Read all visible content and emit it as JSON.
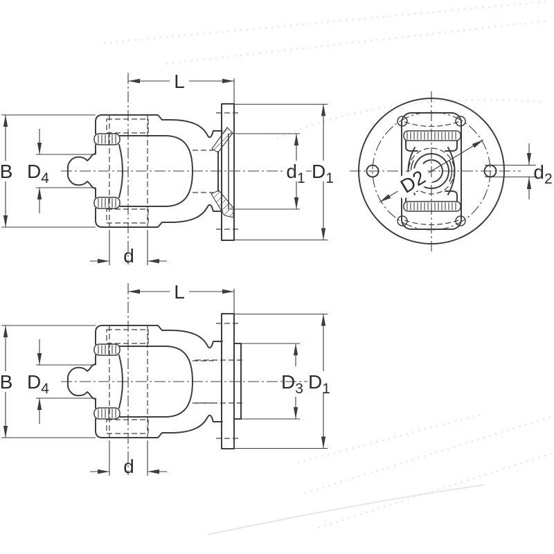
{
  "drawing": {
    "style": {
      "background": "#ffffff",
      "line_color": "#3d3d3d",
      "text_color": "#2c2c2c",
      "watermark_color": "#e8e8e8"
    },
    "views": {
      "top_side": {
        "labels": {
          "length": {
            "text": "L"
          },
          "width": {
            "text": "B"
          },
          "pin": {
            "main": "D",
            "sub": "4"
          },
          "bore": {
            "text": "d"
          },
          "pilot": {
            "main": "d",
            "sub": "1"
          },
          "flange": {
            "main": "D",
            "sub": "1"
          }
        }
      },
      "front": {
        "labels": {
          "bolt_circle": {
            "text": "D2"
          },
          "bolt_hole": {
            "main": "d",
            "sub": "2"
          }
        }
      },
      "bottom_side": {
        "labels": {
          "length": {
            "text": "L"
          },
          "width": {
            "text": "B"
          },
          "pin": {
            "main": "D",
            "sub": "4"
          },
          "bore": {
            "text": "d"
          },
          "hub": {
            "main": "D",
            "sub": "3"
          },
          "flange": {
            "main": "D",
            "sub": "1"
          }
        }
      }
    }
  }
}
